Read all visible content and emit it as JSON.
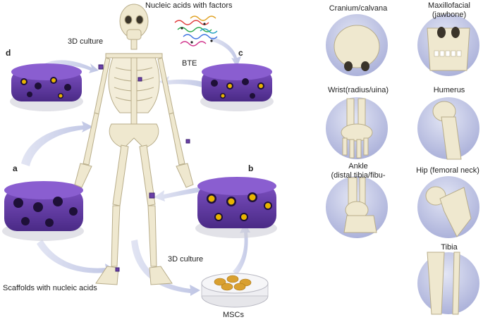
{
  "labels": {
    "nucleic_acids_with_factors": "Nucleic acids with factors",
    "culture_top": "3D culture",
    "bte": "BTE",
    "culture_bottom": "3D culture",
    "scaffolds_with_nucleic_acids": "Scaffolds with nucleic acids",
    "mscs": "MSCs"
  },
  "panel_letters": {
    "a": "a",
    "b": "b",
    "c": "c",
    "d": "d"
  },
  "bone_sites": {
    "cranium": "Cranium/calvana",
    "maxillofacial_line1": "Maxillofacial",
    "maxillofacial_line2": "(jawbone)",
    "wrist": "Wrist(radius/uina)",
    "humerus": "Humerus",
    "ankle_line1": "Ankle",
    "ankle_line2": "(distal tibia/fibu-",
    "hip": "Hip (femoral neck)",
    "tibia": "Tibia"
  },
  "colors": {
    "scaffold": "#6a3fa8",
    "scaffold_dark": "#3d2270",
    "pore": "#e8b400",
    "bone": "#efe8cf",
    "bone_edge": "#b8ad8a",
    "circle_bg": "#c9cde8",
    "arrow": "#c7cde8"
  }
}
